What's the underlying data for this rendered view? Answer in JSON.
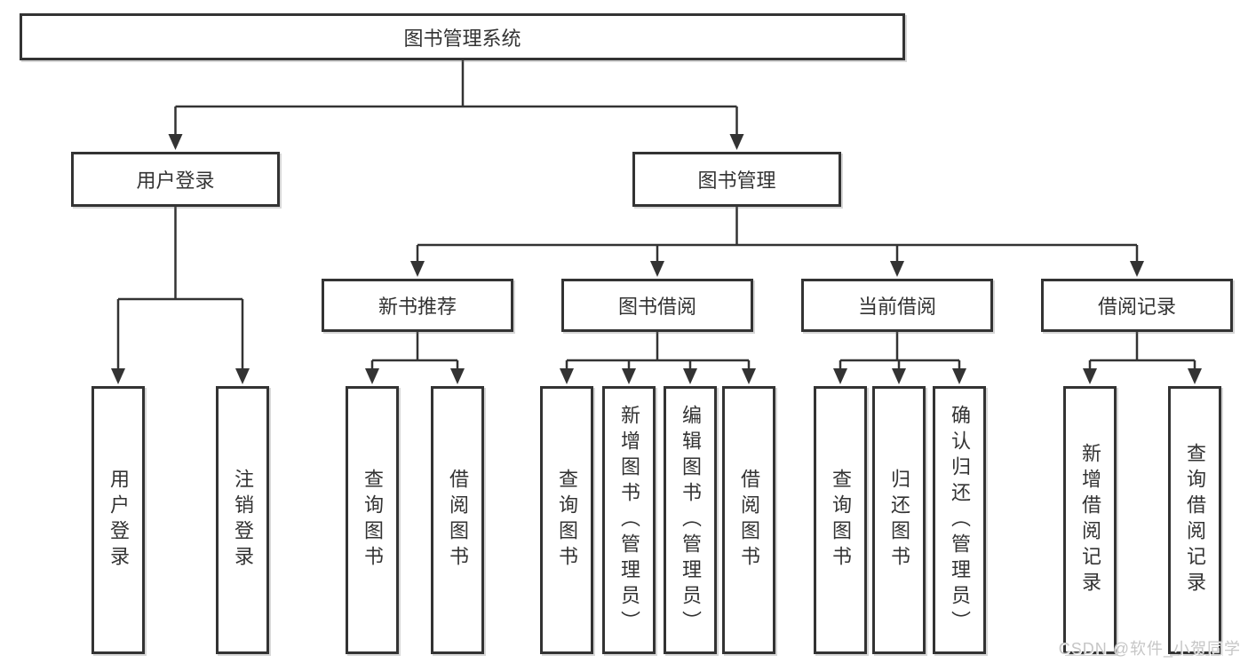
{
  "tree": {
    "root": "图书管理系统",
    "branches": [
      {
        "label": "用户登录",
        "leaves": [
          "用户登录",
          "注销登录"
        ]
      },
      {
        "label": "图书管理",
        "groups": [
          {
            "label": "新书推荐",
            "leaves": [
              "查询图书",
              "借阅图书"
            ]
          },
          {
            "label": "图书借阅",
            "leaves": [
              "查询图书",
              "新增图书（管理员）",
              "编辑图书（管理员）",
              "借阅图书"
            ]
          },
          {
            "label": "当前借阅",
            "leaves": [
              "查询图书",
              "归还图书",
              "确认归还（管理员）"
            ]
          },
          {
            "label": "借阅记录",
            "leaves": [
              "新增借阅记录",
              "查询借阅记录"
            ]
          }
        ]
      }
    ],
    "watermark": "CSDN @软件_小贺同学",
    "colors": {
      "line": "#333333",
      "box_border": "#333333",
      "text": "#333333",
      "watermark": "#c6c6c6",
      "background": "#ffffff"
    }
  }
}
